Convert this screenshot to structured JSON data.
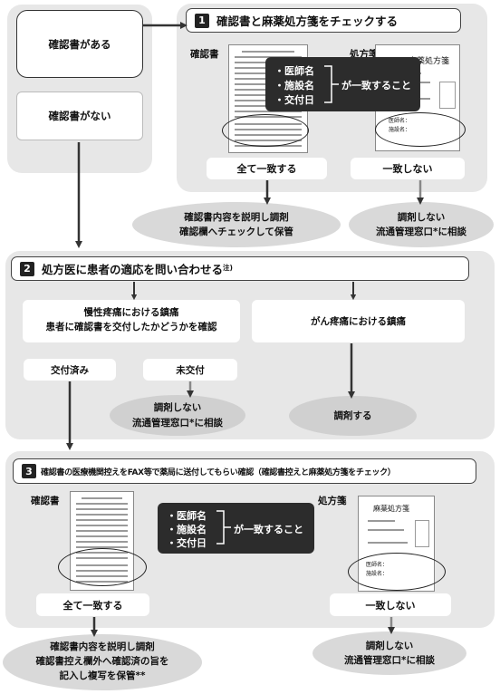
{
  "left": {
    "has_cert": "確認書がある",
    "no_cert": "確認書がない"
  },
  "step1": {
    "num": "1",
    "title": "確認書と麻薬処方箋をチェックする",
    "doc_label": "確認書",
    "rx_label": "処方箋",
    "rx_doc_title": "麻薬処方箋",
    "rx_field1": "医師名：",
    "rx_field2": "施設名：",
    "items": [
      "・医師名",
      "・施設名",
      "・交付日"
    ],
    "match_text": "が一致すること",
    "all_match": "全て一致する",
    "not_match": "一致しない",
    "result_ok_1": "確認書内容を説明し調剤",
    "result_ok_2": "確認欄へチェックして保管",
    "result_ng_1": "調剤しない",
    "result_ng_2": "流通管理窓口*に相談"
  },
  "step2": {
    "num": "2",
    "title": "処方医に患者の適応を問い合わせる",
    "title_note": "注)",
    "chronic_1": "慢性疼痛における鎮痛",
    "chronic_2": "患者に確認書を交付したかどうかを確認",
    "cancer": "がん疼痛における鎮痛",
    "issued": "交付済み",
    "not_issued": "未交付",
    "result_ng_1": "調剤しない",
    "result_ng_2": "流通管理窓口*に相談",
    "result_dispense": "調剤する"
  },
  "step3": {
    "num": "3",
    "title": "確認書の医療機関控えをFAX等で薬局に送付してもらい確認（確認書控えと麻薬処方箋をチェック）",
    "doc_label": "確認書",
    "rx_label": "処方箋",
    "rx_doc_title": "麻薬処方箋",
    "rx_field1": "医師名：",
    "rx_field2": "施設名：",
    "items": [
      "・医師名",
      "・施設名",
      "・交付日"
    ],
    "match_text": "が一致すること",
    "all_match": "全て一致する",
    "not_match": "一致しない",
    "result_ok_1": "確認書内容を説明し調剤",
    "result_ok_2": "確認書控え欄外へ確認済の旨を",
    "result_ok_3": "記入し複写を保管**",
    "result_ng_1": "調剤しない",
    "result_ng_2": "流通管理窓口*に相談"
  },
  "colors": {
    "panel_bg": "#e7e7e7",
    "oval_bg": "#d9d9d9",
    "callout_bg": "#2c2c2c",
    "arrow": "#333333"
  }
}
